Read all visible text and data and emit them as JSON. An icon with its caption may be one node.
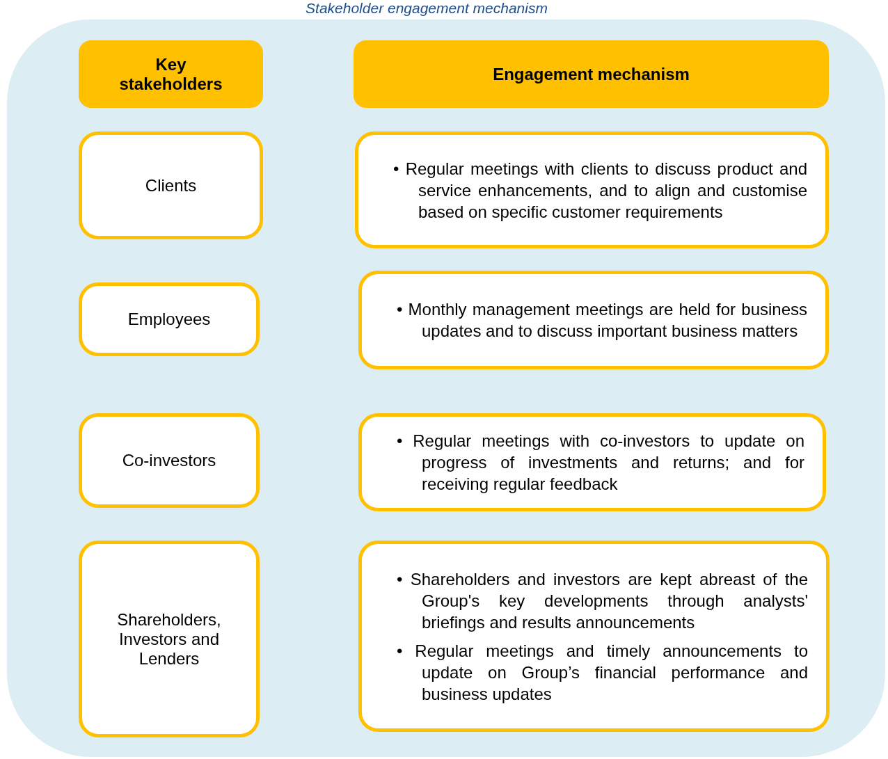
{
  "diagram": {
    "title": "Stakeholder engagement mechanism",
    "nodes": [
      {
        "text": [],
        "shape": "box"
      },
      {
        "text": [
          "Key stakeholders"
        ],
        "in": 0
      },
      {
        "text": [
          "Engagement mechanism"
        ],
        "in": 0
      },
      {
        "text": [
          "Clients"
        ],
        "in": 0
      },
      {
        "text": [
          "• Regular meetings with clients to discuss product and service enhancements, and to align and customise based on specific customer requirements"
        ],
        "in": 0
      },
      {
        "text": [
          "Employees"
        ],
        "in": 0
      },
      {
        "text": [
          "• Monthly management meetings are held for business updates and to discuss important business matters"
        ],
        "in": 0
      },
      {
        "text": [
          "Co-investors"
        ],
        "in": 0
      },
      {
        "text": [
          "• Regular meetings with co-investors to update on progress of investments and returns; and for receiving regular feedback"
        ],
        "in": 0
      },
      {
        "text": [
          "Shareholders, Investors and Lenders"
        ],
        "in": 0
      },
      {
        "text": [
          "• Shareholders and investors are kept abreast of the Group's key developments through analysts' briefings and results announcements",
          "• Regular meetings and timely announcements to update on Group’s financial performance and business updates"
        ],
        "in": 0
      }
    ]
  }
}
